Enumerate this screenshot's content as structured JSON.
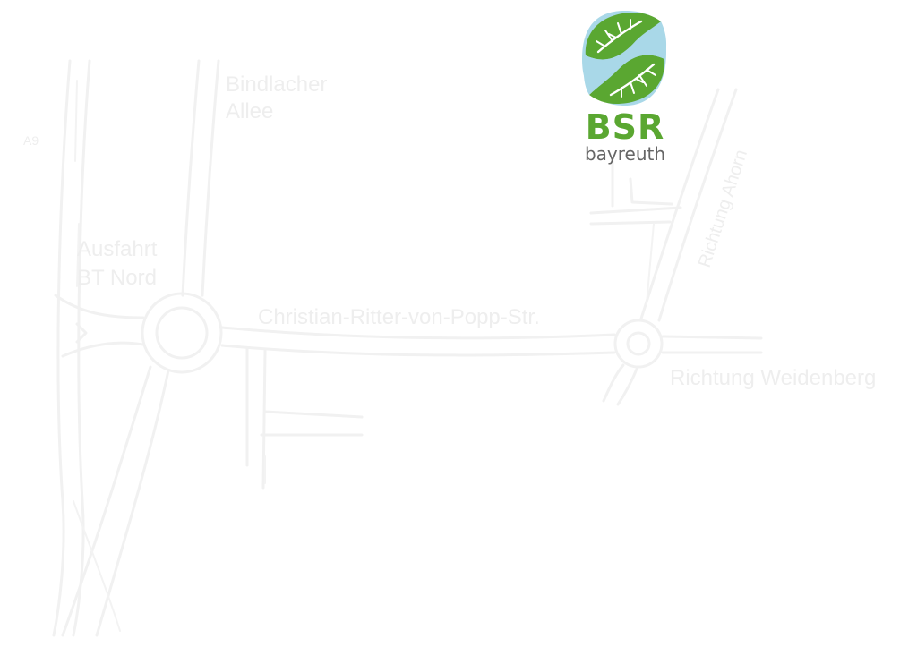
{
  "map": {
    "labels": {
      "a9": "A9",
      "bindlacher_1": "Bindlacher",
      "bindlacher_2": "Allee",
      "ausfahrt_1": "Ausfahrt",
      "ausfahrt_2": "BT Nord",
      "christian": "Christian-Ritter-von-Popp-Str.",
      "richtung_weidenberg": "Richtung Weidenberg",
      "richtung_ahornberg": "Richtung Ahorn"
    }
  },
  "logo": {
    "title": "BSR",
    "subtitle": "bayreuth",
    "colors": {
      "leaf": "#5aa731",
      "river": "#a9d8e8",
      "text": "#5aa731",
      "subtext": "#666666"
    }
  }
}
